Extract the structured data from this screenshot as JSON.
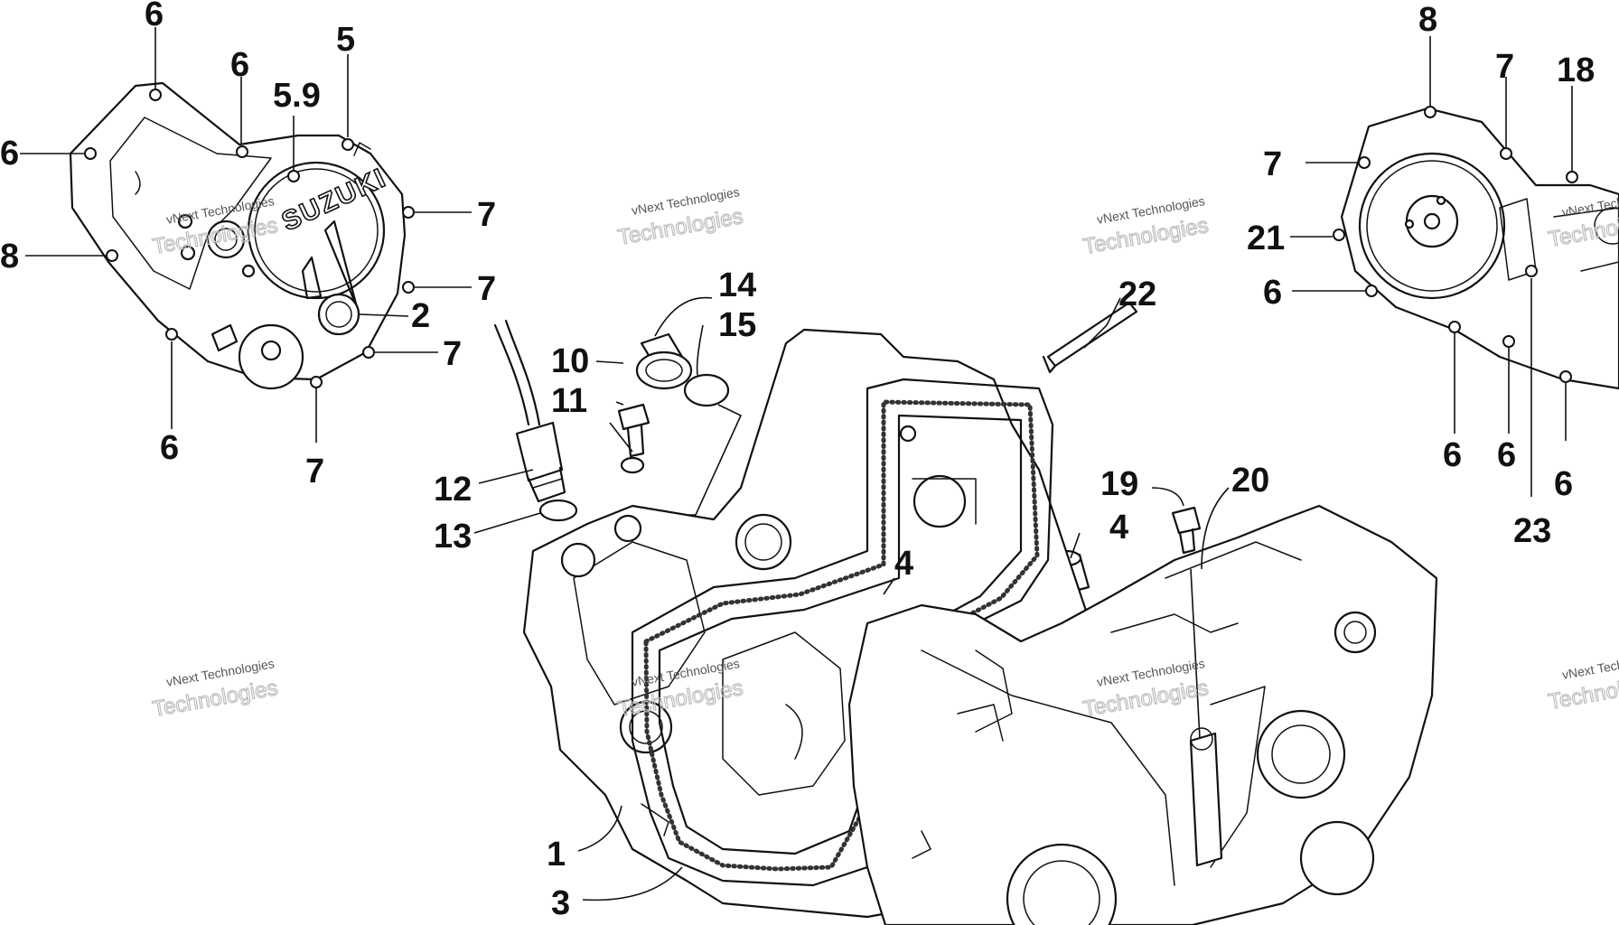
{
  "diagram": {
    "callouts": [
      "1",
      "2",
      "3",
      "4",
      "4",
      "5",
      "5.9",
      "6",
      "6",
      "6",
      "6",
      "6",
      "6",
      "6",
      "6",
      "7",
      "7",
      "7",
      "7",
      "7",
      "7",
      "8",
      "8",
      "10",
      "11",
      "12",
      "13",
      "14",
      "15",
      "18",
      "19",
      "20",
      "21",
      "22",
      "23"
    ],
    "logo_text": "SUZUKI",
    "watermark": {
      "line1": "vNext Technologies",
      "line2": "Technologies"
    }
  }
}
